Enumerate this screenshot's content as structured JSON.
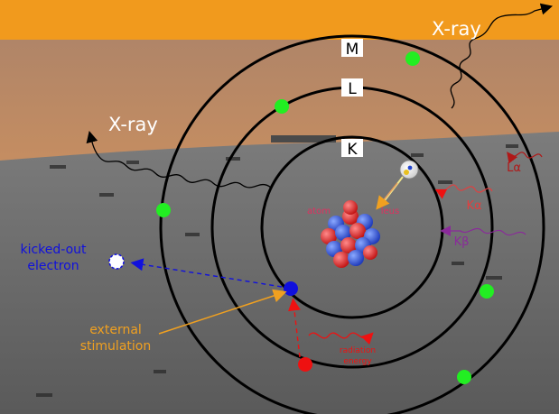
{
  "colors": {
    "top_band": "#f19a1d",
    "sky_orange": "#c9946a",
    "hill_gray": "#6e6e6e",
    "orbit": "#000000",
    "green_electron": "#22ee22",
    "blue_electron": "#1010dd",
    "red_electron": "#ee1111",
    "label_orange": "#f0a020",
    "label_blue": "#1111dd",
    "dark_red": "#b01818",
    "purple": "#8a2a9a",
    "nucleus_red": "#e02020",
    "nucleus_blue": "#2a4fd8"
  },
  "shells": [
    {
      "label": "K"
    },
    {
      "label": "L"
    },
    {
      "label": "M"
    }
  ],
  "labels": {
    "xray_top": "X-ray",
    "xray_left": "X-ray",
    "kicked_out_line1": "kicked-out",
    "kicked_out_line2": "electron",
    "external_line1": "external",
    "external_line2": "stimulation",
    "radiation_line1": "radiation",
    "radiation_line2": "energy",
    "atom_left": "atom",
    "atom_right": "leus",
    "l_alpha": "Lα",
    "k_alpha": "Kα",
    "k_beta": "Kβ"
  }
}
